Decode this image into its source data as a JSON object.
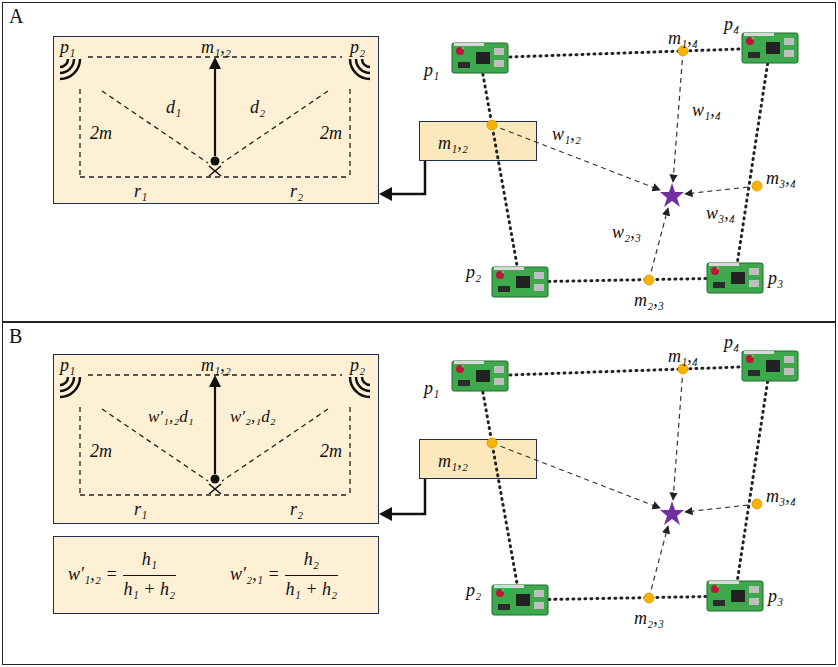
{
  "diagram": {
    "nodes": [
      {
        "text": [
          "A"
        ]
      },
      {
        "text": [
          "p₁",
          "p₂",
          "m₁,₂",
          "d₁",
          "d₂",
          "2m",
          "2m",
          "r₁",
          "r₂"
        ],
        "in": 0
      },
      {
        "text": [
          "m₁,₂"
        ],
        "in": 0
      },
      {
        "text": [
          "B"
        ]
      },
      {
        "text": [
          "p₁",
          "p₂",
          "m₁,₂",
          "w′₁,₂d₁",
          "w′₂,₁d₂",
          "2m",
          "2m",
          "r₁",
          "r₂"
        ],
        "in": 3
      },
      {
        "text": [
          "w′₁,₂ =",
          "h₁",
          "h₁ + h₂",
          "w′₂,₁ =",
          "h₂",
          "h₁ + h₂"
        ],
        "in": 3
      },
      {
        "text": [
          "m₁,₂"
        ],
        "in": 3
      }
    ],
    "edges": [
      {
        "from": 2,
        "to": 1,
        "arrow": "to"
      },
      {
        "from": 6,
        "to": 4,
        "arrow": "to"
      }
    ],
    "labels": [
      "p₁",
      "p₄",
      "m₁,₄",
      "p₂",
      "p₃",
      "m₂,₃",
      "m₃,₄",
      "w₁,₂",
      "w₁,₄",
      "w₂,₃",
      "w₃,₄",
      "p₁",
      "p₄",
      "m₁,₄",
      "p₂",
      "p₃",
      "m₂,₃",
      "m₃,₄"
    ]
  }
}
